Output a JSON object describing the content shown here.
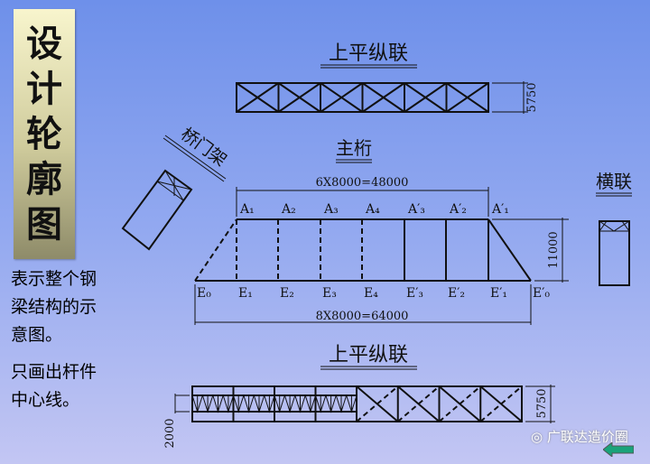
{
  "title_chars": [
    "设",
    "计",
    "轮",
    "廓",
    "图"
  ],
  "notes": [
    "表示整个钢",
    "梁结构的示",
    "意图。",
    "只画出杆件",
    "中心线。"
  ],
  "labels": {
    "top_lateral": "上平纵联",
    "portal": "桥门架",
    "main_truss": "主桁",
    "sway": "横联",
    "bottom_lateral": "上平纵联"
  },
  "dimensions": {
    "top_span": "6X8000=48000",
    "bottom_span": "8X8000=64000",
    "height": "11000",
    "top_lateral_width": "5750",
    "bottom_lateral_width": "5750",
    "stringer": "2000"
  },
  "top_nodes": [
    "A₁",
    "A₂",
    "A₃",
    "A₄",
    "A′₃",
    "A′₂",
    "A′₁"
  ],
  "bottom_nodes": [
    "E₀",
    "E₁",
    "E₂",
    "E₃",
    "E₄",
    "E′₃",
    "E′₂",
    "E′₁",
    "E′₀"
  ],
  "watermark": "广联达造价圈",
  "colors": {
    "panel_top": "#f8f5cd",
    "panel_bottom": "#8e8b69",
    "arrow": "#1aa37a"
  }
}
